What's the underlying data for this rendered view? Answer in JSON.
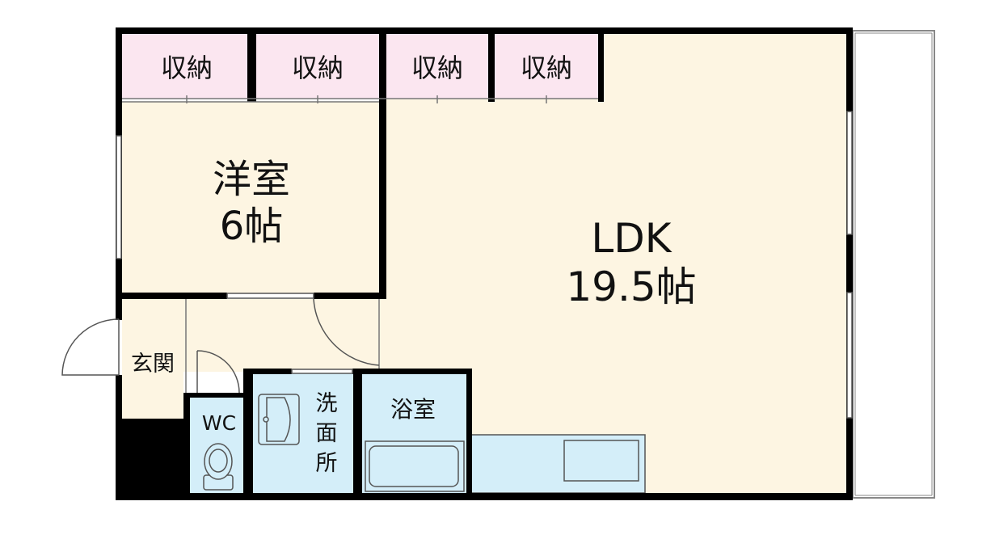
{
  "rooms": {
    "storage_1": "収納",
    "storage_2": "収納",
    "storage_3": "収納",
    "storage_4": "収納",
    "western_room": {
      "name": "洋室",
      "size": "6帖"
    },
    "ldk": {
      "name": "LDK",
      "size": "19.5帖"
    },
    "entrance": "玄関",
    "wc": "WC",
    "washroom": [
      "洗",
      "面",
      "所"
    ],
    "bathroom": "浴室"
  },
  "colors": {
    "wall": "#000000",
    "storage_fill": "#fbe6f0",
    "room_fill": "#fdf5e2",
    "wet_area_fill": "#d4eef9",
    "balcony_line": "#888888"
  }
}
